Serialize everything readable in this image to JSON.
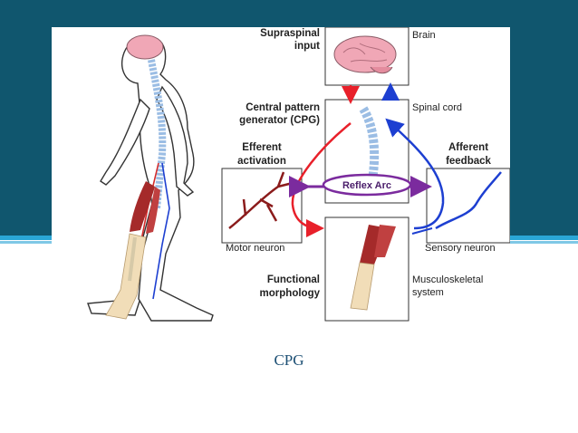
{
  "slide": {
    "caption": "CPG",
    "colors": {
      "band": "#10566e",
      "accent": "#2aa6d6",
      "caption": "#1c4f74"
    }
  },
  "diagram": {
    "supraspinal_line1": "Supraspinal",
    "supraspinal_line2": "input",
    "brain": "Brain",
    "cpg_line1": "Central pattern",
    "cpg_line2": "generator (CPG)",
    "spinal_cord": "Spinal cord",
    "efferent_line1": "Efferent",
    "efferent_line2": "activation",
    "afferent_line1": "Afferent",
    "afferent_line2": "feedback",
    "reflex_arc": "Reflex Arc",
    "motor_neuron": "Motor neuron",
    "sensory_neuron": "Sensory neuron",
    "functional_line1": "Functional",
    "functional_line2": "morphology",
    "musculo_line1": "Musculoskeletal",
    "musculo_line2": "system",
    "colors": {
      "efferent": "#e8202a",
      "afferent": "#1d3fd1",
      "reflex": "#7b2b9e"
    }
  }
}
